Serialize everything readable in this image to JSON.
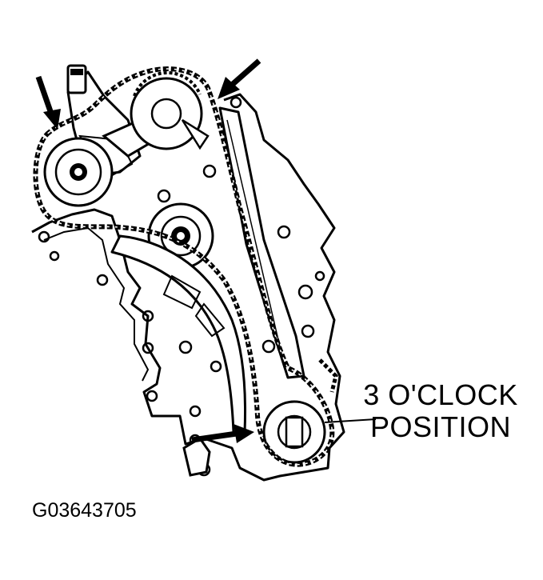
{
  "callout": {
    "line1": "3 O'CLOCK",
    "line2": "POSITION"
  },
  "figure_id": "G03643705",
  "colors": {
    "ink": "#000000",
    "paper": "#ffffff"
  }
}
